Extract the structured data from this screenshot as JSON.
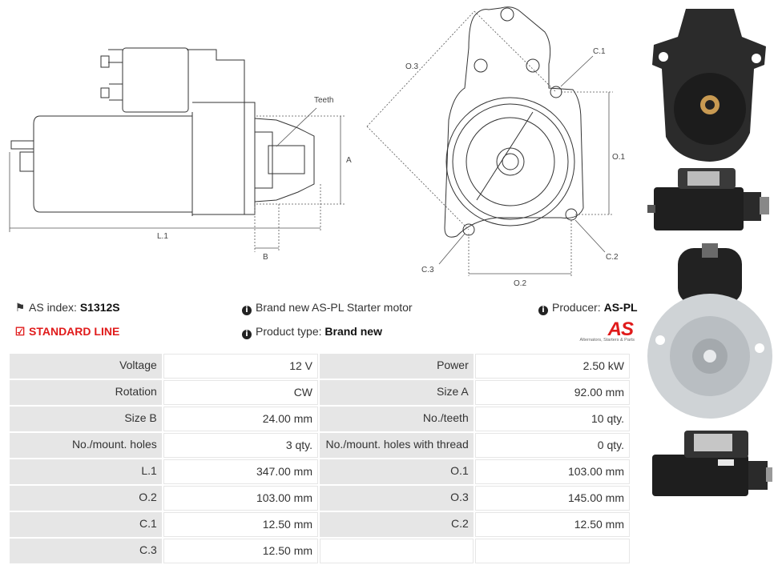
{
  "drawing_labels": {
    "teeth": "Teeth",
    "a": "A",
    "l1": "L.1",
    "b": "B",
    "o3": "O.3",
    "c1": "C.1",
    "o1": "O.1",
    "c2": "C.2",
    "c3": "C.3",
    "o2": "O.2"
  },
  "info": {
    "as_index_label": "AS index:",
    "as_index_value": "S1312S",
    "standard_line": "STANDARD LINE",
    "brand_text": "Brand new AS-PL Starter motor",
    "product_type_label": "Product type:",
    "product_type_value": "Brand new",
    "producer_label": "Producer:",
    "producer_value": "AS-PL",
    "logo_text": "AS",
    "logo_tagline": "Alternators, Starters & Parts"
  },
  "specs": [
    {
      "l1": "Voltage",
      "v1": "12 V",
      "l2": "Power",
      "v2": "2.50 kW"
    },
    {
      "l1": "Rotation",
      "v1": "CW",
      "l2": "Size A",
      "v2": "92.00 mm"
    },
    {
      "l1": "Size B",
      "v1": "24.00 mm",
      "l2": "No./teeth",
      "v2": "10 qty."
    },
    {
      "l1": "No./mount. holes",
      "v1": "3 qty.",
      "l2": "No./mount. holes with thread",
      "v2": "0 qty."
    },
    {
      "l1": "L.1",
      "v1": "347.00 mm",
      "l2": "O.1",
      "v2": "103.00 mm"
    },
    {
      "l1": "O.2",
      "v1": "103.00 mm",
      "l2": "O.3",
      "v2": "145.00 mm"
    },
    {
      "l1": "C.1",
      "v1": "12.50 mm",
      "l2": "C.2",
      "v2": "12.50 mm"
    },
    {
      "l1": "C.3",
      "v1": "12.50 mm",
      "l2": "",
      "v2": ""
    }
  ],
  "colors": {
    "accent_red": "#e01b1b",
    "label_bg": "#e6e6e6"
  }
}
